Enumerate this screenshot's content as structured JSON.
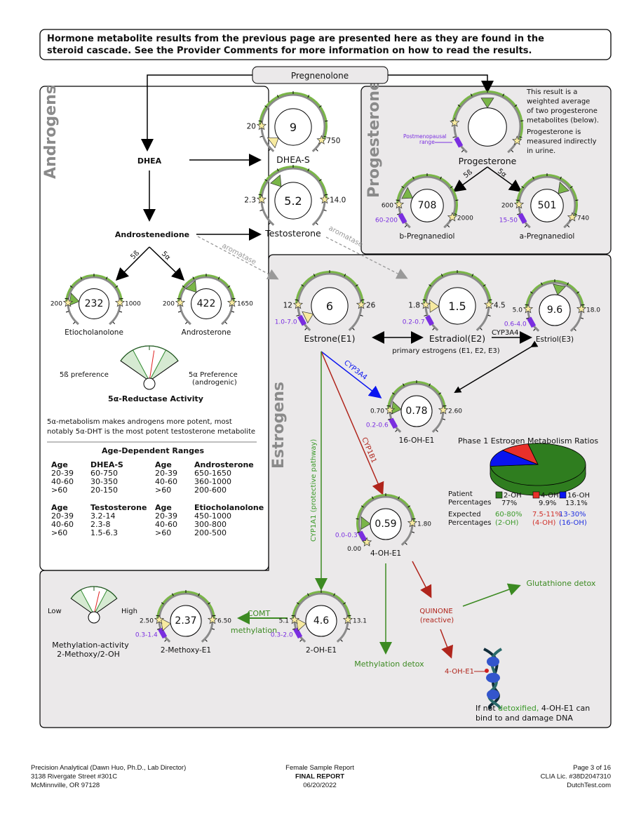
{
  "header": {
    "line1": "Hormone metabolite results from the previous page are presented here as they are found in the",
    "line2": "steroid cascade. See the Provider Comments for more information on how to read the results."
  },
  "sections": {
    "androgens": "Androgens",
    "progesterone": "Progesterone",
    "estrogens": "Estrogens"
  },
  "nodes": {
    "pregnenolone": "Pregnenolone",
    "dhea": "DHEA",
    "androstenedione": "Androstenedione"
  },
  "enzymes": {
    "five_beta": "5ß",
    "five_alpha": "5α",
    "aromatase": "aromatase",
    "cyp3a4": "CYP3A4",
    "cyp1b1": "CYP1B1",
    "cyp1a1": "CYP1A1 (protective pathway)",
    "comt": "COMT",
    "methylation": "methylation"
  },
  "progesterone_note": [
    "This result is a",
    "weighted average",
    "of two progesterone",
    "metabolites (below).",
    "Progesterone is",
    "measured indirectly",
    "in urine."
  ],
  "postmenopausal": {
    "line1": "Postmenopausal",
    "line2": "range"
  },
  "colors": {
    "in_range": "#7ab648",
    "out_of_range": "#f7eaa0",
    "postmenopausal": "#7a2ee0",
    "arc": "#8a8a8a",
    "panel": "#ebe9ea"
  },
  "gauges": [
    {
      "id": "dhea_s",
      "name": "DHEA-S",
      "value": "9",
      "low": "20",
      "high": "750",
      "low_level": 0.17,
      "high_level": 0.93,
      "pointer_level": 0.03,
      "status": "out_of_range"
    },
    {
      "id": "testosterone",
      "name": "Testosterone",
      "value": "5.2",
      "low": "2.3",
      "high": "14.0",
      "low_level": 0.17,
      "high_level": 0.83,
      "pointer_level": 0.35,
      "status": "in_range"
    },
    {
      "id": "etiocholanolone",
      "name": "Etiocholanolone",
      "value": "232",
      "low": "200",
      "high": "1000",
      "low_level": 0.17,
      "high_level": 0.83,
      "pointer_level": 0.2,
      "status": "in_range"
    },
    {
      "id": "androsterone",
      "name": "Androsterone",
      "value": "422",
      "low": "200",
      "high": "1650",
      "low_level": 0.17,
      "high_level": 0.83,
      "pointer_level": 0.35,
      "status": "in_range"
    },
    {
      "id": "progesterone",
      "name": "Progesterone",
      "value": "",
      "low": "",
      "high": "",
      "low_level": 0.19,
      "high_level": 0.93,
      "pointer_level": 0.5,
      "status": "in_range",
      "postmeno": ""
    },
    {
      "id": "b_pregnanediol",
      "name": "b-Pregnanediol",
      "value": "708",
      "low": "600",
      "high": "2000",
      "low_level": 0.17,
      "high_level": 0.93,
      "pointer_level": 0.27,
      "status": "in_range",
      "postmeno": "60-200"
    },
    {
      "id": "a_pregnanediol",
      "name": "a-Pregnanediol",
      "value": "501",
      "low": "200",
      "high": "740",
      "low_level": 0.17,
      "high_level": 0.93,
      "pointer_level": 0.66,
      "status": "in_range",
      "postmeno": "15-50"
    },
    {
      "id": "estrone",
      "name": "Estrone(E1)",
      "value": "6",
      "low": "12",
      "high": "26",
      "low_level": 0.17,
      "high_level": 0.83,
      "pointer_level": 0.07,
      "status": "out_of_range",
      "postmeno": "1.0-7.0"
    },
    {
      "id": "estradiol",
      "name": "Estradiol(E2)",
      "value": "1.5",
      "low": "1.8",
      "high": "4.5",
      "low_level": 0.17,
      "high_level": 0.83,
      "pointer_level": 0.16,
      "status": "out_of_range",
      "postmeno": "0.2-0.7"
    },
    {
      "id": "estriol",
      "name": "Estriol(E3)",
      "value": "9.6",
      "low": "5.0",
      "high": "18.0",
      "low_level": 0.17,
      "high_level": 0.83,
      "pointer_level": 0.54,
      "status": "in_range",
      "postmeno": "0.6-4.0"
    },
    {
      "id": "oh16_e1",
      "name": "16-OH-E1",
      "value": "0.78",
      "low": "0.70",
      "high": "2.60",
      "low_level": 0.17,
      "high_level": 0.83,
      "pointer_level": 0.19,
      "status": "in_range",
      "postmeno": "0.2-0.6"
    },
    {
      "id": "oh4_e1",
      "name": "4-OH-E1",
      "value": "0.59",
      "low": "0.00",
      "high": "1.80",
      "low_level": 0.0,
      "high_level": 0.83,
      "pointer_level": 0.17,
      "status": "in_range",
      "postmeno": "0.0-0.3"
    },
    {
      "id": "oh2_e1",
      "name": "2-OH-E1",
      "value": "4.6",
      "low": "5.1",
      "high": "13.1",
      "low_level": 0.17,
      "high_level": 0.83,
      "pointer_level": 0.13,
      "status": "out_of_range",
      "postmeno": "0.3-2.0"
    },
    {
      "id": "methoxy2_e1",
      "name": "2-Methoxy-E1",
      "value": "2.37",
      "low": "2.50",
      "high": "6.50",
      "low_level": 0.17,
      "high_level": 0.83,
      "pointer_level": 0.13,
      "status": "out_of_range",
      "postmeno": "0.3-1.4"
    }
  ],
  "reductase": {
    "left": "5ß preference",
    "right1": "5α Preference",
    "right2": "(androgenic)",
    "title": "5α-Reductase Activity",
    "note1": "5α-metabolism makes androgens more potent, most",
    "note2": "notably 5α-DHT is the most potent testosterone metabolite",
    "level": 0.58
  },
  "age_ranges": {
    "title": "Age-Dependent Ranges",
    "tables": [
      {
        "headers": [
          "Age",
          "DHEA-S",
          "Age",
          "Androsterone"
        ],
        "rows": [
          [
            "20-39",
            "60-750",
            "20-39",
            "650-1650"
          ],
          [
            "40-60",
            "30-350",
            "40-60",
            "360-1000"
          ],
          [
            ">60",
            "20-150",
            ">60",
            "200-600"
          ]
        ]
      },
      {
        "headers": [
          "Age",
          "Testosterone",
          "Age",
          "Etiocholanolone"
        ],
        "rows": [
          [
            "20-39",
            "3.2-14",
            "20-39",
            "450-1000"
          ],
          [
            "40-60",
            "2.3-8",
            "40-60",
            "300-800"
          ],
          [
            ">60",
            "1.5-6.3",
            ">60",
            "200-500"
          ]
        ]
      }
    ]
  },
  "primary_estrogens": "primary estrogens (E1, E2, E3)",
  "pie": {
    "title": "Phase 1 Estrogen Metabolism Ratios",
    "patient_label": [
      "Patient",
      "Percentages"
    ],
    "expected_label": [
      "Expected",
      "Percentages"
    ],
    "slices": [
      {
        "name": "2-OH",
        "value": 77,
        "display": "77%",
        "expected": "60-80%",
        "expected_name": "(2-OH)",
        "color": "#2f7d1f",
        "text_color": "#3c9a2a"
      },
      {
        "name": "4-OH",
        "value": 9.9,
        "display": "9.9%",
        "expected": "7.5-11%",
        "expected_name": "(4-OH)",
        "color": "#e8302a",
        "text_color": "#d0302a"
      },
      {
        "name": "16-OH",
        "value": 13.1,
        "display": "13.1%",
        "expected": "13-30%",
        "expected_name": "(16-OH)",
        "color": "#0a14f0",
        "text_color": "#2030e0"
      }
    ]
  },
  "methylation": {
    "low": "Low",
    "high": "High",
    "title1": "Methylation-activity",
    "title2": "2-Methoxy/2-OH",
    "level": 0.62
  },
  "detox": {
    "methylation_detox": "Methylation detox",
    "glutathione_detox": "Glutathione detox",
    "quinone": "QUINONE",
    "reactive": "(reactive)",
    "dna_label": "4-OH-E1",
    "warn_pre": "If not ",
    "warn_green": "detoxified,",
    "warn_post": " 4-OH-E1 can",
    "warn_line2": "bind to and damage DNA"
  },
  "footer": {
    "left": [
      "Precision Analytical (Dawn Huo, Ph.D., Lab Director)",
      "3138 Rivergate Street #301C",
      "McMinnville, OR 97128"
    ],
    "center": [
      "Female Sample Report",
      "FINAL REPORT",
      "06/20/2022"
    ],
    "right": [
      "Page 3 of 16",
      "CLIA Lic. #38D2047310",
      "DutchTest.com"
    ]
  }
}
